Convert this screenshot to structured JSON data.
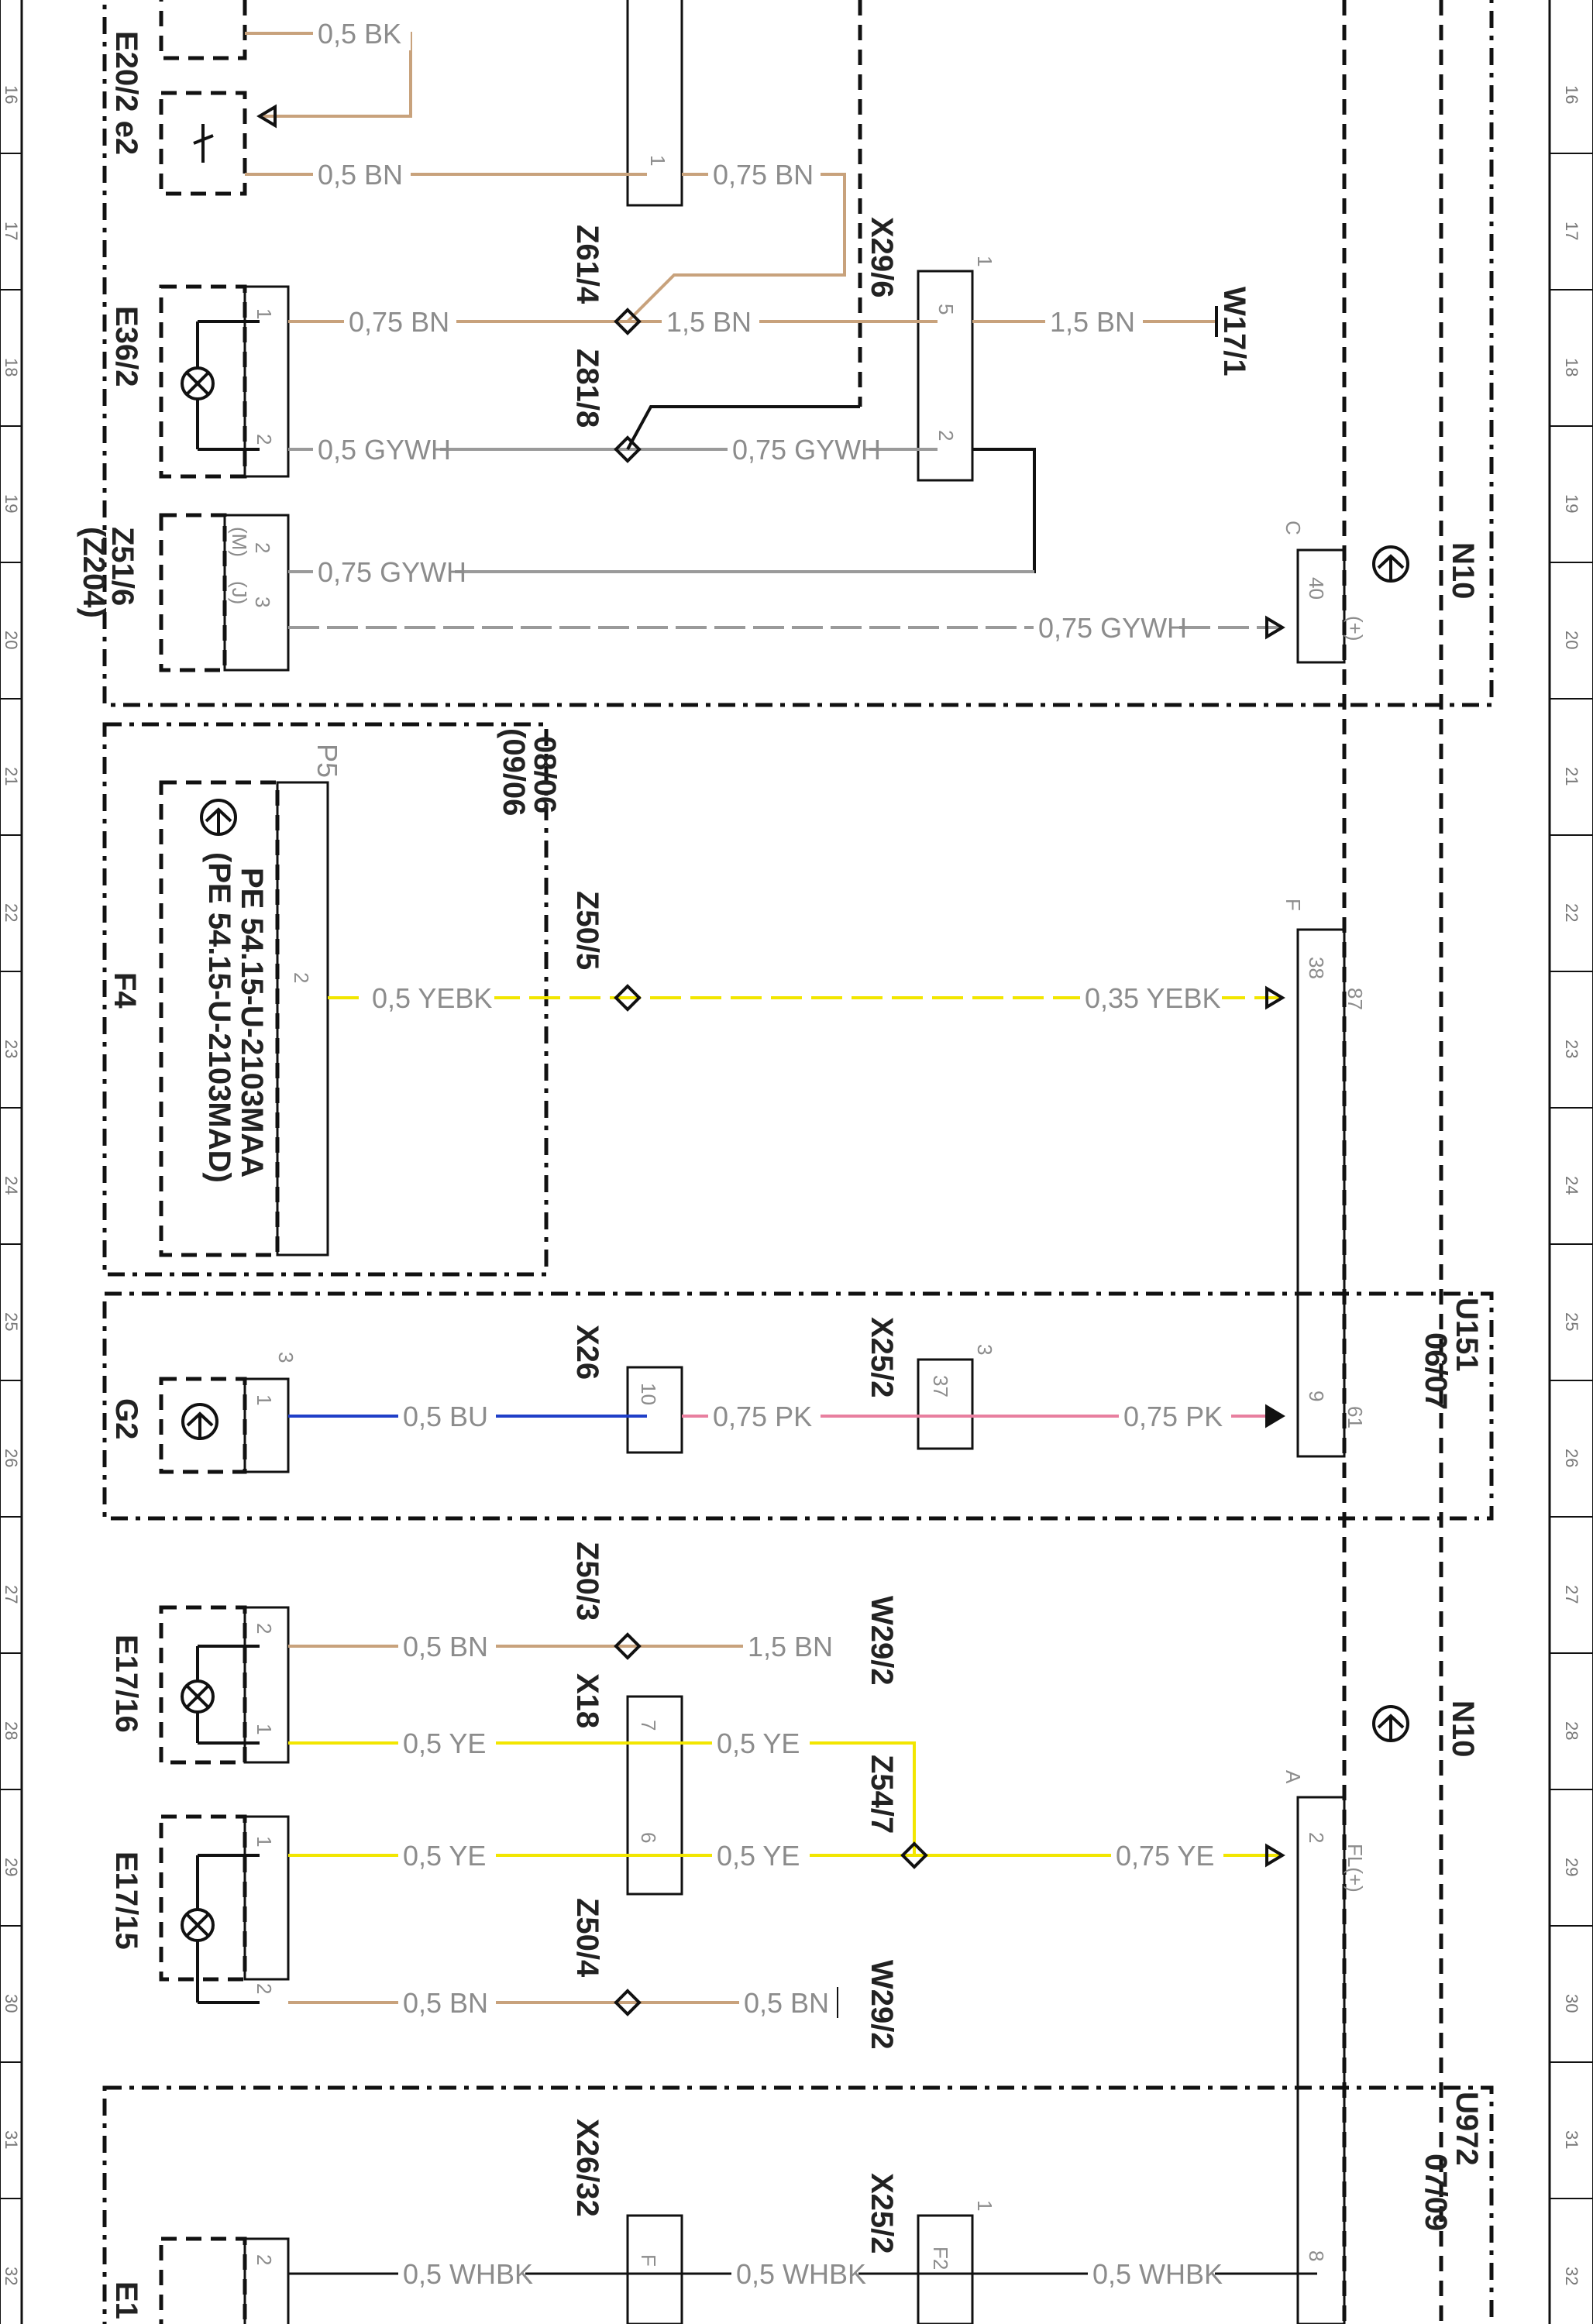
{
  "grid_rows": [
    "16",
    "17",
    "18",
    "19",
    "20",
    "21",
    "22",
    "23",
    "24",
    "25",
    "26",
    "27",
    "28",
    "29",
    "30",
    "31",
    "32"
  ],
  "components": {
    "e20_2": "E20/2 e2",
    "e36_2": "E36/2",
    "z51_6": "Z51/6",
    "z51_6_sub": "(Z204)",
    "f4": "F4",
    "f4_pe1": "PE 54.15-U-2103MAA",
    "f4_pe2": "(PE 54.15-U-2103MAD)",
    "g2": "G2",
    "e17_16": "E17/16",
    "e17_15": "E17/15",
    "e1": "E1",
    "n10_top": "N10",
    "n10_bottom": "N10",
    "u151": "U151",
    "u151_date": "06/07",
    "u972": "U972",
    "u972_date": "07/09",
    "f4_date1": "08/06",
    "f4_date2": "(09/06",
    "p5": "P5"
  },
  "nodes": {
    "z61_4": "Z61/4",
    "z81_8": "Z81/8",
    "x29_6": "X29/6",
    "w17_1": "W17/1",
    "z50_5": "Z50/5",
    "x26": "X26",
    "x25_2a": "X25/2",
    "z50_3": "Z50/3",
    "w29_2a": "W29/2",
    "x18": "X18",
    "z54_7": "Z54/7",
    "z50_4": "Z50/4",
    "w29_2b": "W29/2",
    "x26_32": "X26/32",
    "x25_2b": "X25/2"
  },
  "wires": {
    "w1": "0,5 BK",
    "w2": "0,5 BN",
    "w3": "0,75 BN",
    "w4": "0,75 BN",
    "w5": "1,5 BN",
    "w6": "1,5 BN",
    "w7": "0,5 GYWH",
    "w8": "0,75 GYWH",
    "w9": "0,75 GYWH",
    "w10": "0,75 GYWH",
    "w11": "0,5 YEBK",
    "w12": "0,35 YEBK",
    "w13": "0,5 BU",
    "w14": "0,75 PK",
    "w15": "0,75 PK",
    "w16": "0,5 BN",
    "w17": "1,5 BN",
    "w18": "0,5 YE",
    "w19": "0,5 YE",
    "w20": "0,5 YE",
    "w21": "0,5 YE",
    "w22": "0,75 YE",
    "w23": "0,5 BN",
    "w24": "0,5 BN",
    "w25": "0,5 WHBK",
    "w26": "0,5 WHBK",
    "w27": "0,5 WHBK"
  },
  "pins": {
    "p_x_1": "1",
    "p_e36_1": "1",
    "p_e36_2": "2",
    "p_x29_5": "5",
    "p_x29_2": "2",
    "p_x29_conn": "1",
    "p_z51_m": "(M)",
    "p_z51_j": "(J)",
    "p_z51_2": "2",
    "p_z51_3": "3",
    "p_n10_c": "C",
    "p_n10_40": "40",
    "p_n10_plus": "(+)",
    "p_f4_2": "2",
    "p_n10_f": "F",
    "p_n10_38": "38",
    "p_n10_87": "87",
    "p_g2_1": "1",
    "p_g2_3": "3",
    "p_x26_10": "10",
    "p_x25_37": "37",
    "p_x25_3": "3",
    "p_n10_9": "9",
    "p_n10_61": "61",
    "p_e1716_2": "2",
    "p_e1716_1": "1",
    "p_x18_7": "7",
    "p_x18_6": "6",
    "p_e1715_1": "1",
    "p_e1715_2": "2",
    "p_n10_a": "A",
    "p_n10_2": "2",
    "p_n10_fl": "FL(+)",
    "p_e1_2": "2",
    "p_x2632_f": "F",
    "p_x252_f2": "F2",
    "p_x252_1": "1",
    "p_n10_8": "8"
  },
  "colors": {
    "brown": "#c8a27c",
    "gray": "#9a9a9a",
    "yellow": "#f2e600",
    "blue": "#1f3fc8",
    "pink": "#e87f9f",
    "black": "#111111"
  }
}
